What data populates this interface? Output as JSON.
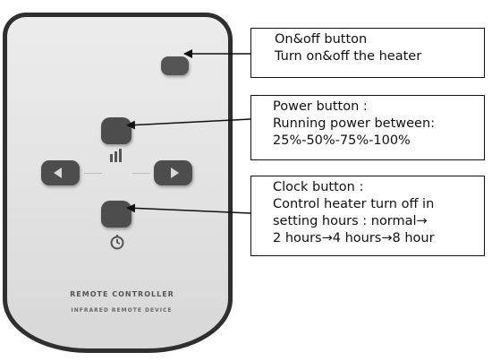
{
  "remote": {
    "brand_line1": "REMOTE CONTROLLER",
    "brand_line2": "INFRARED REMOTE DEVICE"
  },
  "callouts": {
    "onoff": {
      "title": "On&off button",
      "desc": "Turn on&off the heater"
    },
    "power": {
      "title": "Power button :",
      "line1": "Running power between:",
      "line2": "25%-50%-75%-100%"
    },
    "clock": {
      "title": "Clock button :",
      "line1": "Control heater turn off in",
      "line2": "setting hours : normal→",
      "line3": "2 hours→4 hours→8 hour"
    }
  },
  "colors": {
    "remote_body": "#e4e4e4",
    "remote_border": "#2f2f2f",
    "button": "#4d4d4d"
  },
  "icons": [
    "power-bars-icon",
    "clock-icon",
    "left-arrow-icon",
    "right-arrow-icon"
  ]
}
